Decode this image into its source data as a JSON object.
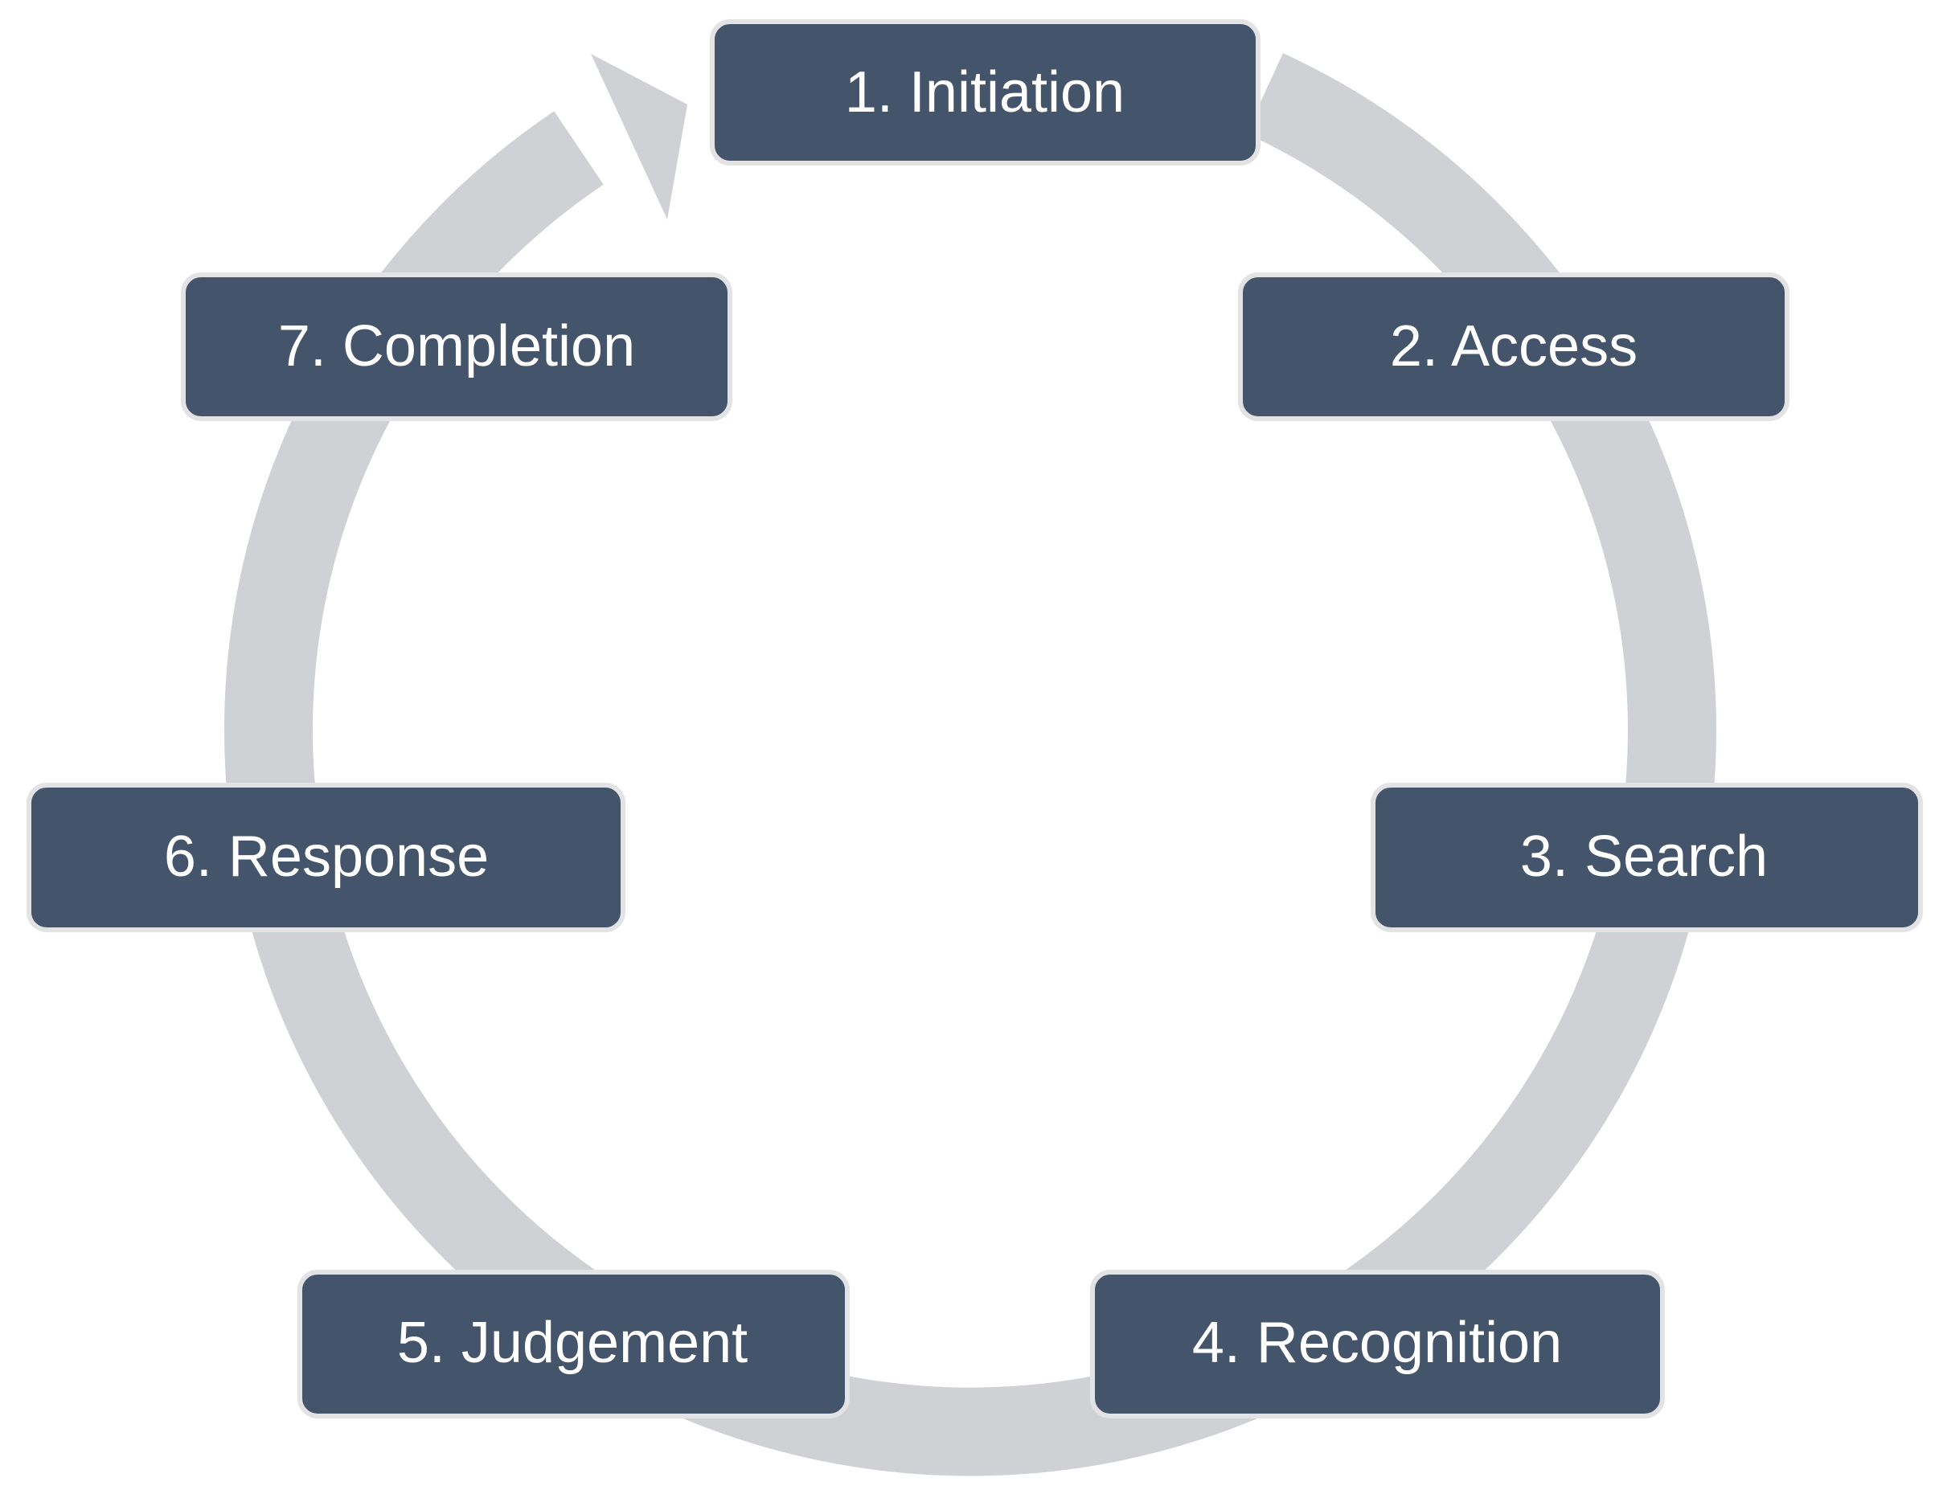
{
  "diagram": {
    "type": "cycle",
    "colors": {
      "box_fill": "#44546a",
      "box_border": "#e3e3e5",
      "text": "#ffffff",
      "arrow": "#d0d1d4",
      "background": "#ffffff"
    },
    "steps": [
      {
        "label": "1. Initiation"
      },
      {
        "label": "2. Access"
      },
      {
        "label": "3. Search"
      },
      {
        "label": "4. Recognition"
      },
      {
        "label": "5. Judgement"
      },
      {
        "label": "6. Response"
      },
      {
        "label": "7. Completion"
      }
    ]
  }
}
